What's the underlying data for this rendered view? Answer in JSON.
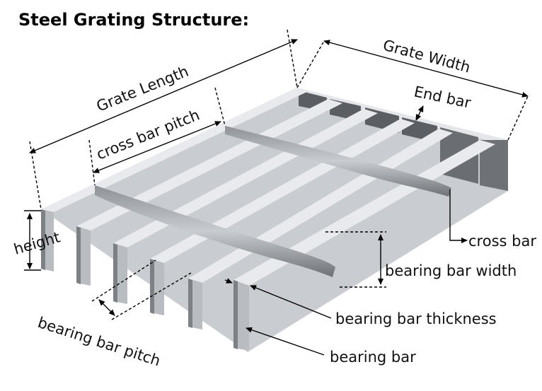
{
  "title": "Steel Grating Structure:",
  "labels": {
    "grate_length": "Grate Length",
    "grate_width": "Grate Width",
    "end_bar": "End bar",
    "cross_bar_pitch": "cross bar pitch",
    "height": "height",
    "cross_bar": "cross bar",
    "bearing_bar_width": "bearing bar width",
    "bearing_bar_thickness": "bearing bar thickness",
    "bearing_bar": "bearing bar",
    "bearing_bar_pitch": "bearing bar pitch"
  },
  "colors": {
    "steel_top": "#d2d5d9",
    "steel_face": "#b9bcc1",
    "steel_dark": "#6e7176",
    "steel_edge": "#8e9196"
  }
}
